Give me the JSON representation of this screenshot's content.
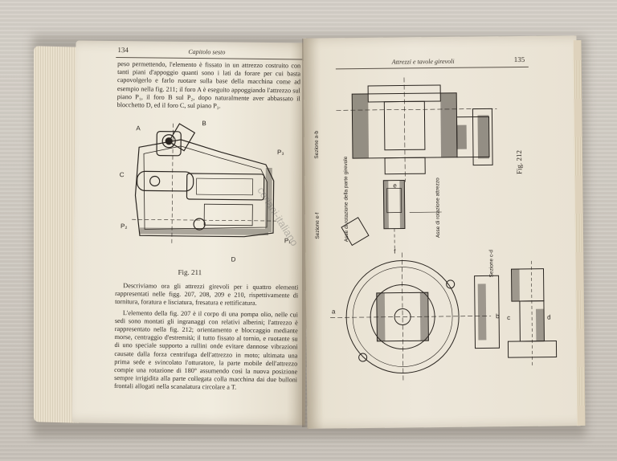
{
  "left_page": {
    "page_number": "134",
    "running_head": "Capitolo sesto",
    "paragraphs": [
      "peso permettendo, l'elemento è fissato in un attrezzo costruito con tanti piani d'appoggio quanti sono i lati da forare per cui basta capovolgerlo e farlo ruotare sulla base della macchina come ad esempio nella fig. 211; il foro A è eseguito appoggiando l'attrezzo sul piano P₁, il foro B sul P₂, dopo naturalmente aver abbassato il blocchetto D, ed il foro C, sul piano P₃.",
      "Descriviamo ora gli attrezzi girevoli per i quattro elementi rappresentati nelle figg. 207, 208, 209 e 210, rispettivamente di tornitura, foratura e lisciatura, fresatura e rettificatura.",
      "L'elemento della fig. 207 è il corpo di una pompa olio, nelle cui sedi sono montati gli ingranaggi con relativi alberini; l'attrezzo è rappresentato nella fig. 212; orientamento e bloccaggio mediante morse, centraggio d'estremità; il tutto fissato al tornio, e ruotante su di uno speciale supporto a rullini onde evitare dannose vibrazioni causate dalla forza centrifuga dell'attrezzo in moto; ultimata una prima sede e svincolato l'otturatore, la parte mobile dell'attrezzo compie una rotazione di 180° assumendo così la nuova posizione sempre irrigidita alla parte collegata colla macchina dai due bulloni frontali allogati nella scanalatura circolare a T."
    ],
    "figure": {
      "caption": "Fig. 211",
      "labels": [
        "A",
        "B",
        "C",
        "P₃",
        "P₂",
        "P₁",
        "D"
      ]
    }
  },
  "right_page": {
    "page_number": "135",
    "running_head": "Attrezzi e tavole girevoli",
    "figure": {
      "caption": "Fig. 212",
      "section_labels": [
        "Sezione a-b",
        "Sezione e-f",
        "Sezione c-d"
      ],
      "annotations": [
        "Asse di rotazione della parte girevole",
        "Asse di rotazione attrezzo"
      ],
      "letters": [
        "a",
        "b",
        "c",
        "d",
        "e",
        "f"
      ]
    }
  },
  "watermark": "ceriani-italiano",
  "colors": {
    "table": "#cfc9c1",
    "paper": "#ede7da",
    "ink": "#2f2a24"
  }
}
